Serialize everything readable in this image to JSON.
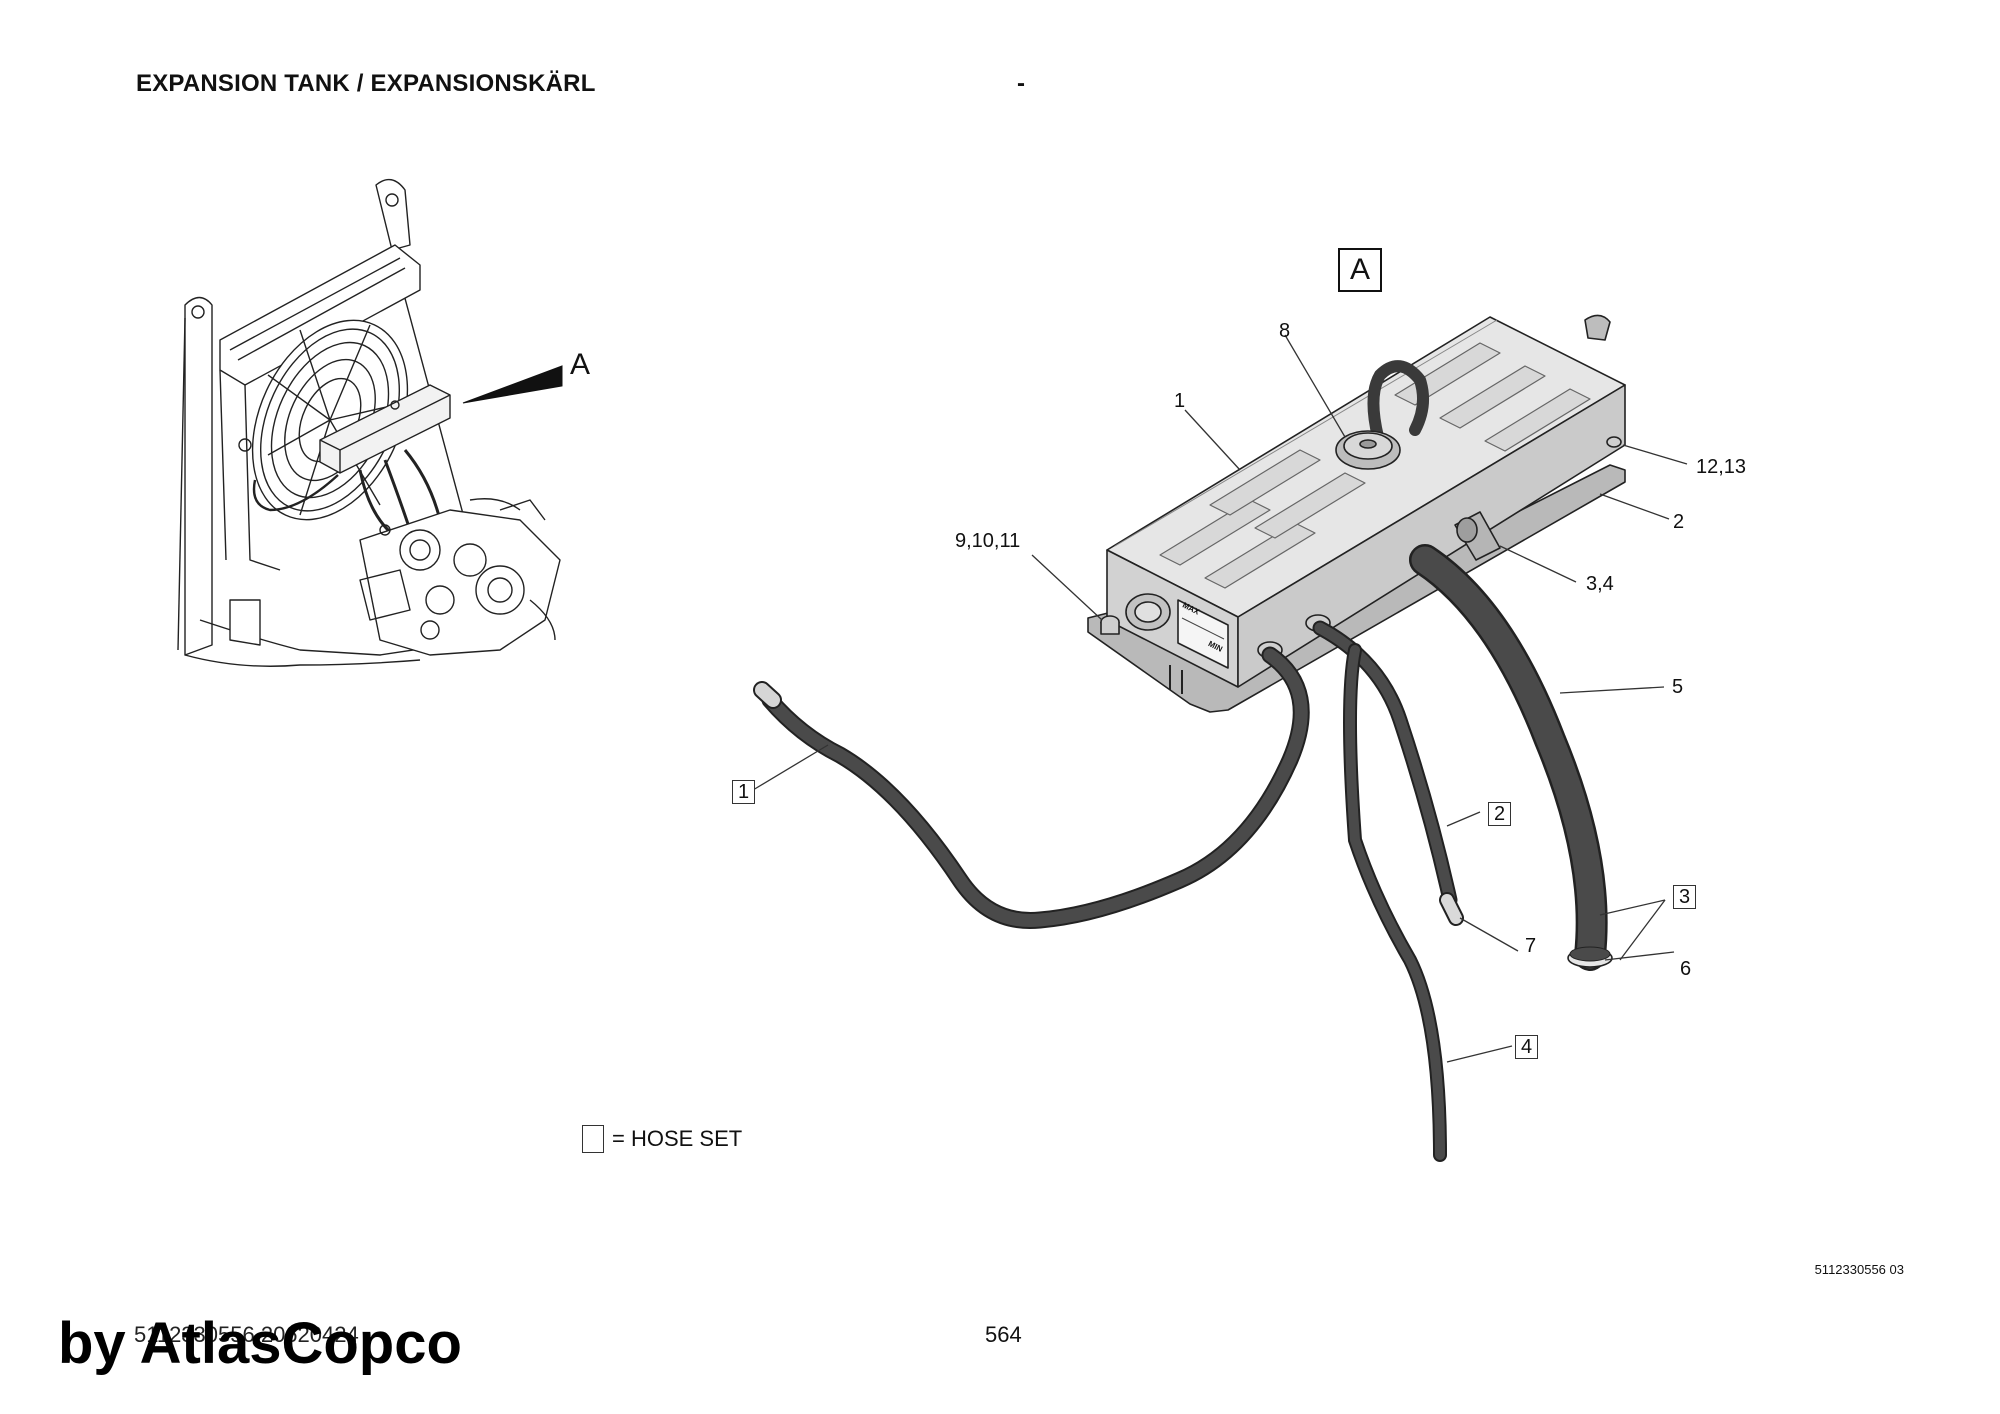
{
  "header": {
    "title": "EXPANSION TANK / EXPANSIONSKÄRL",
    "dash": "-"
  },
  "overview": {
    "view_label": "A"
  },
  "detail": {
    "view_box_label": "A",
    "callouts": {
      "c1": "1",
      "c2": "2",
      "c3_4": "3,4",
      "c5": "5",
      "c6": "6",
      "c7": "7",
      "c8": "8",
      "c9_10_11": "9,10,11",
      "c12_13": "12,13"
    },
    "hose_sets": {
      "h1": "1",
      "h2": "2",
      "h3": "3",
      "h4": "4"
    },
    "tank_marks": {
      "max": "MAX",
      "min": "MIN"
    }
  },
  "legend": {
    "text": "= HOSE SET"
  },
  "footer": {
    "drawing_number": "5112330556 03",
    "doc_code": "5112330556 20620424",
    "page_number": "564",
    "watermark": "by AtlasCopco"
  },
  "colors": {
    "line": "#222222",
    "hose": "#4a4a4a",
    "tank_fill": "#dcdcdc",
    "tank_top": "#e6e6e6",
    "bracket": "#b9b9b9"
  }
}
